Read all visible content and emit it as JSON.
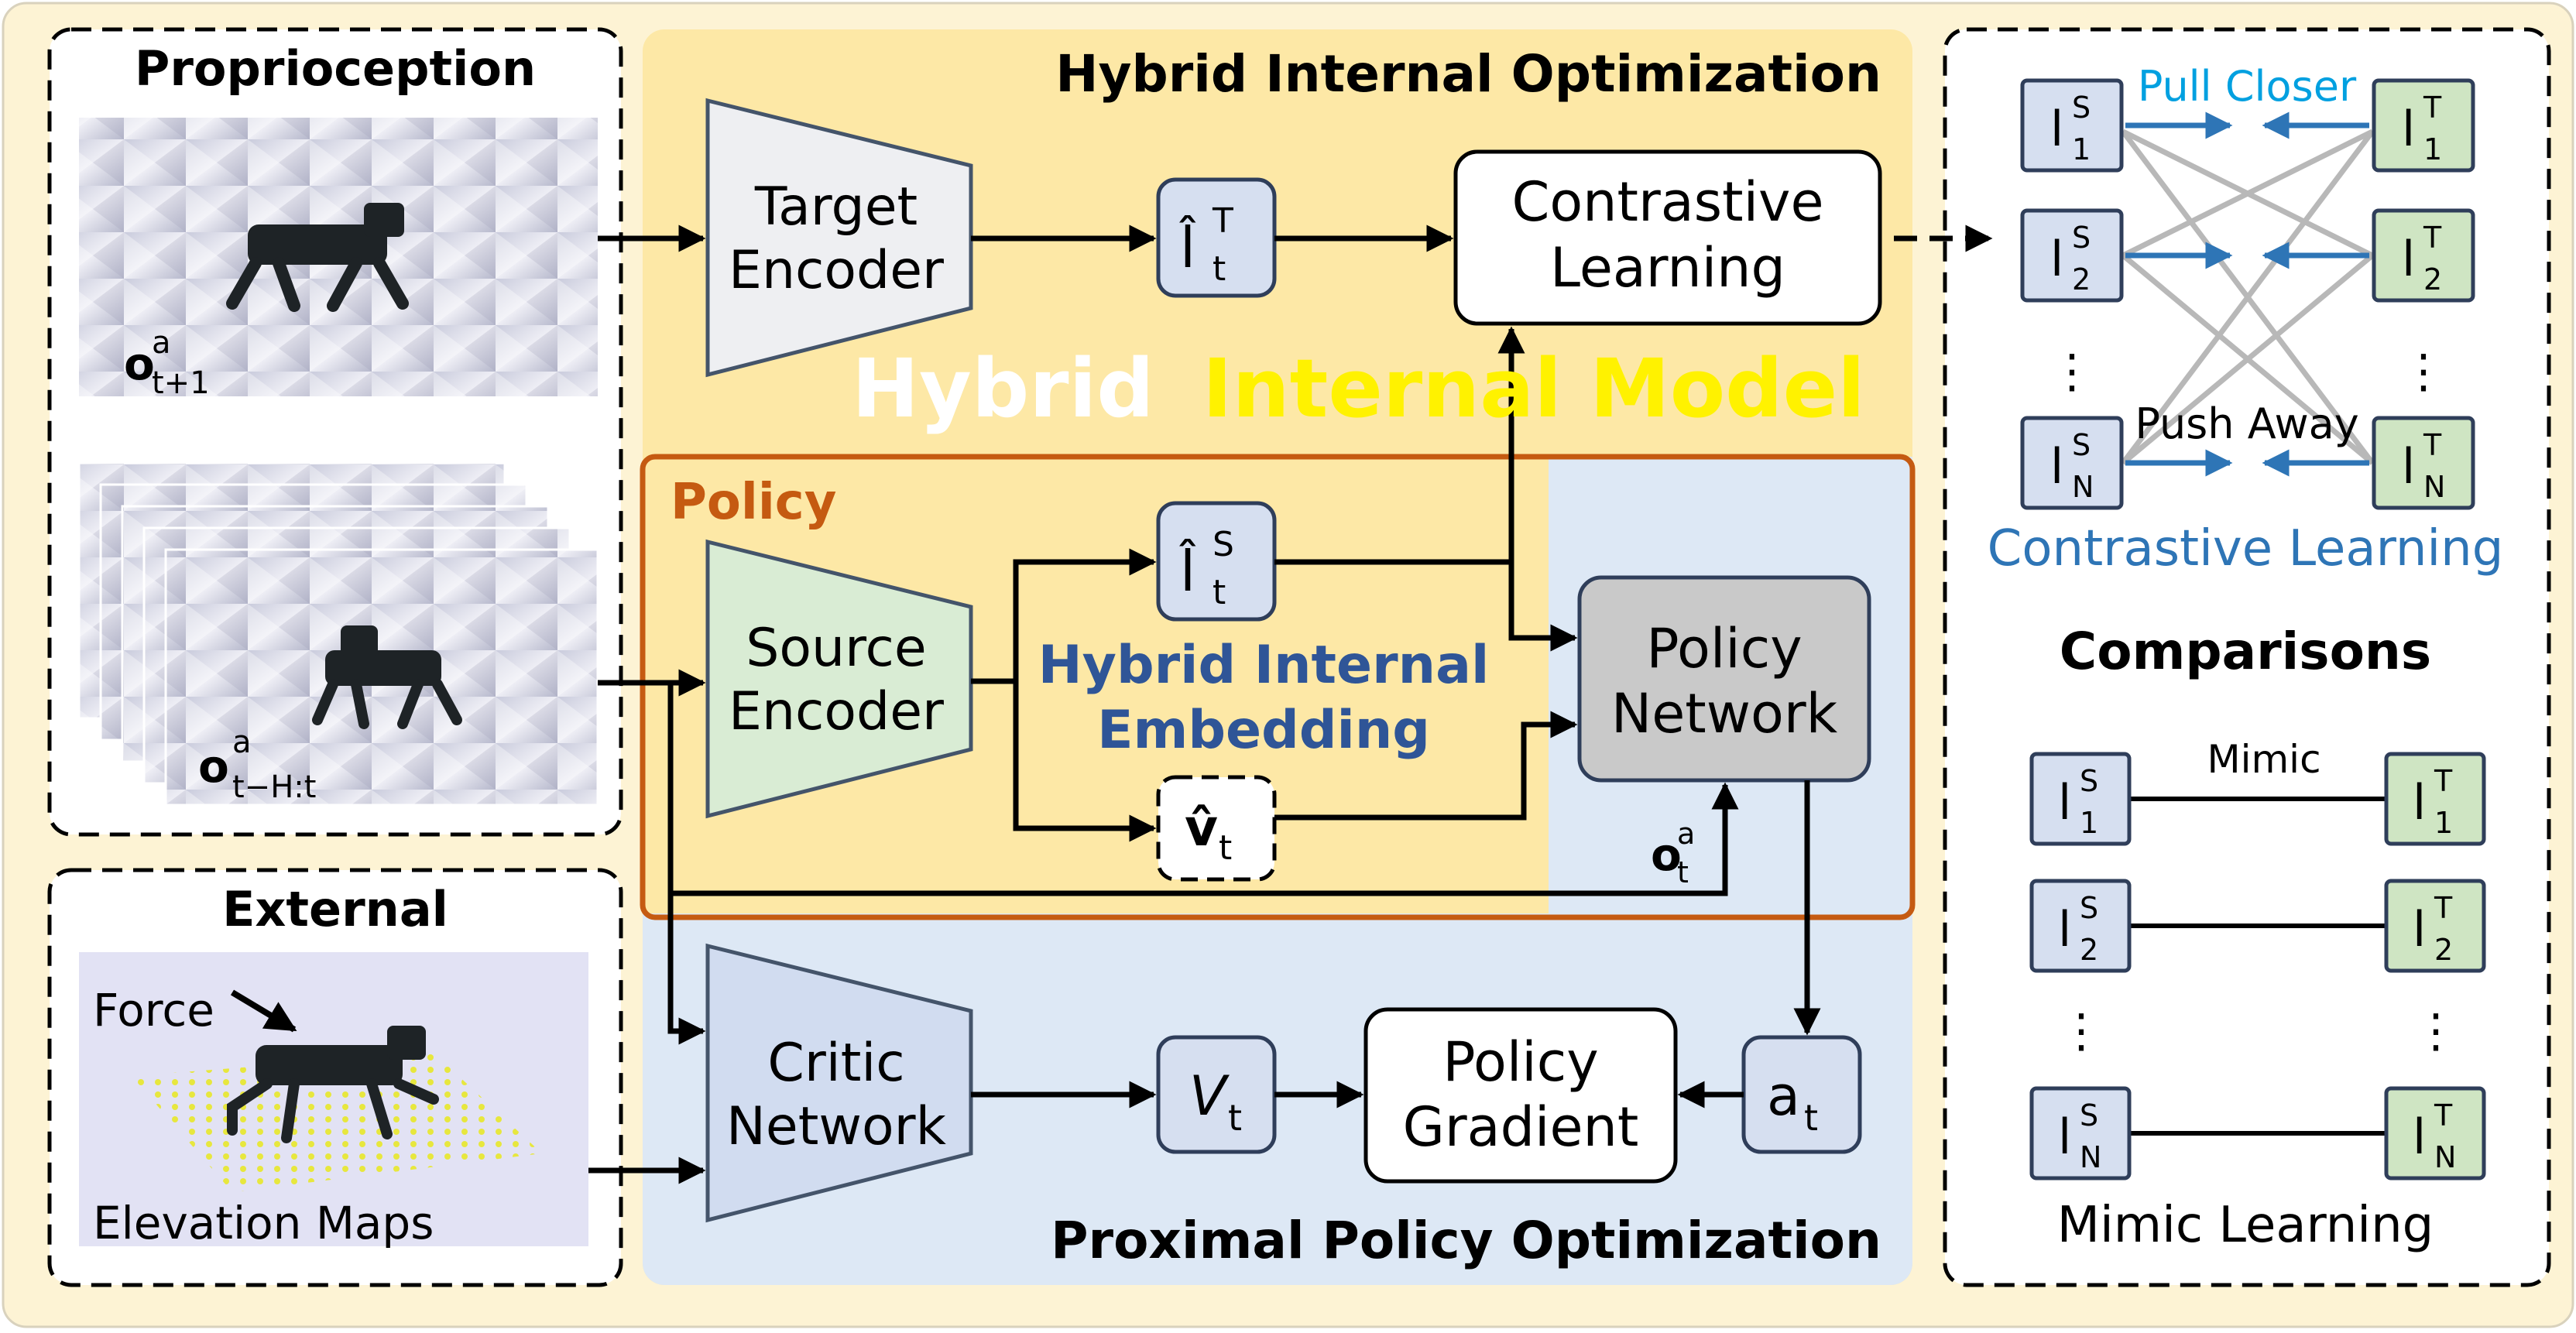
{
  "panels": {
    "proprioception": "Proprioception",
    "external": "External",
    "hybrid_internal_optimization": "Hybrid Internal Optimization",
    "proximal_policy_optimization": "Proximal Policy Optimization",
    "policy": "Policy",
    "comparisons": "Comparisons"
  },
  "overlay_title": {
    "part1": "Hybrid",
    "part2": "Internal Model"
  },
  "observations": {
    "next_base": "o",
    "next_sup": "a",
    "next_sub": "t+1",
    "hist_base": "o",
    "hist_sup": "a",
    "hist_sub": "t−H:t",
    "force": "Force",
    "elevation": "Elevation Maps",
    "current_base": "o",
    "current_sup": "a",
    "current_sub": "t"
  },
  "blocks": {
    "target_encoder": [
      "Target",
      "Encoder"
    ],
    "source_encoder": [
      "Source",
      "Encoder"
    ],
    "critic_network": [
      "Critic",
      "Network"
    ],
    "contrastive_learning": [
      "Contrastive",
      "Learning"
    ],
    "policy_network": [
      "Policy",
      "Network"
    ],
    "policy_gradient": [
      "Policy",
      "Gradient"
    ]
  },
  "symbols": {
    "target_latent": {
      "base": "l̂",
      "sup": "T",
      "sub": "t"
    },
    "source_latent": {
      "base": "l̂",
      "sup": "S",
      "sub": "t"
    },
    "velocity": {
      "base": "v̂",
      "sub": "t"
    },
    "value": {
      "base": "V",
      "sub": "t"
    },
    "action": {
      "base": "a",
      "sub": "t"
    }
  },
  "embedding_label": [
    "Hybrid Internal",
    "Embedding"
  ],
  "contrastive_panel": {
    "pull": "Pull Closer",
    "push": "Push Away",
    "caption": "Contrastive Learning",
    "left": [
      {
        "base": "l",
        "sup": "S",
        "sub": "1"
      },
      {
        "base": "l",
        "sup": "S",
        "sub": "2"
      },
      {
        "base": "l",
        "sup": "S",
        "sub": "N"
      }
    ],
    "right": [
      {
        "base": "l",
        "sup": "T",
        "sub": "1"
      },
      {
        "base": "l",
        "sup": "T",
        "sub": "2"
      },
      {
        "base": "l",
        "sup": "T",
        "sub": "N"
      }
    ],
    "dots": "⋮"
  },
  "mimic_panel": {
    "mimic": "Mimic",
    "caption": "Mimic Learning",
    "left": [
      {
        "base": "l",
        "sup": "S",
        "sub": "1"
      },
      {
        "base": "l",
        "sup": "S",
        "sub": "2"
      },
      {
        "base": "l",
        "sup": "S",
        "sub": "N"
      }
    ],
    "right": [
      {
        "base": "l",
        "sup": "T",
        "sub": "1"
      },
      {
        "base": "l",
        "sup": "T",
        "sub": "2"
      },
      {
        "base": "l",
        "sup": "T",
        "sub": "N"
      }
    ],
    "dots": "⋮"
  },
  "colors": {
    "yellow_panel": "#fde8a6",
    "blue_panel": "#dde8f5",
    "policy_border": "#c55a11",
    "policy_label": "#c55a11",
    "embedding_text": "#2f5597",
    "pull_text": "#00a0e0",
    "contrastive_caption": "#2e75b6",
    "arrow_blue": "#2e75b6",
    "latent_s": "#d6dff0",
    "latent_t": "#cfe5c3",
    "target_encoder": "#eeeff2",
    "source_encoder": "#d9ecd4",
    "critic": "#d1dcf0",
    "policy_network": "#c9c9c9",
    "overlay_white": "#ffffff",
    "overlay_yellow": "#fff200"
  }
}
